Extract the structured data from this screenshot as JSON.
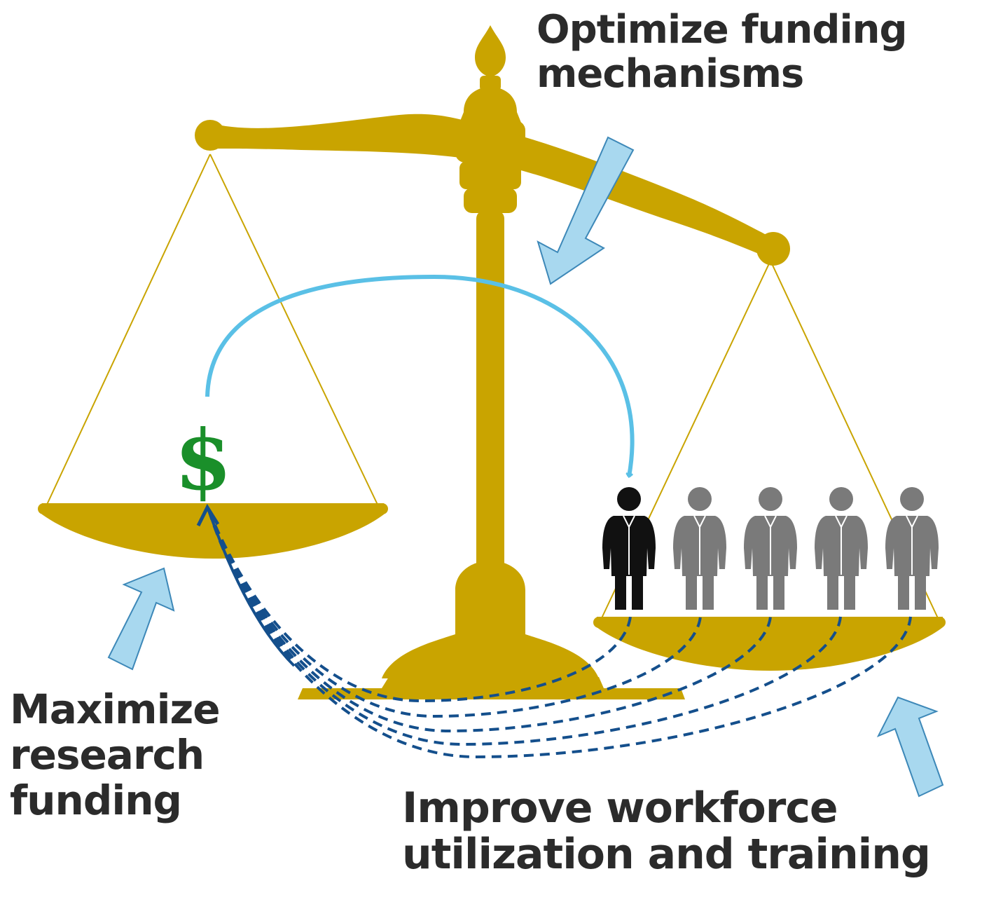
{
  "labels": {
    "optimize": [
      "Optimize funding",
      "mechanisms"
    ],
    "maximize": [
      "Maximize",
      "research",
      "funding"
    ],
    "improve": [
      "Improve workforce",
      "utilization and training"
    ]
  },
  "dollar_symbol": "$",
  "colors": {
    "gold": "#c9a400",
    "arrow_fill": "#a8d8ef",
    "arrow_stroke": "#3d88b8",
    "curve_light": "#5ac0e6",
    "curve_dark": "#144f8c",
    "dollar": "#1a8f2a",
    "person_highlight": "#111111",
    "person_gray": "#7a7a7a",
    "text": "#2b2b2b"
  },
  "people": [
    {
      "name": "person-highlighted",
      "color": "#111111"
    },
    {
      "name": "person-gray",
      "color": "#7a7a7a"
    },
    {
      "name": "person-gray",
      "color": "#7a7a7a"
    },
    {
      "name": "person-gray",
      "color": "#7a7a7a"
    },
    {
      "name": "person-gray",
      "color": "#7a7a7a"
    }
  ]
}
